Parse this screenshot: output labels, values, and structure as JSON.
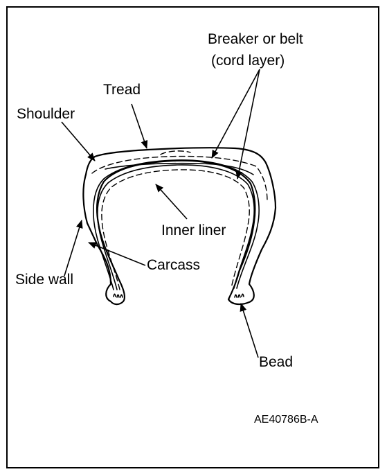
{
  "labels": {
    "breaker_line1": "Breaker or belt",
    "breaker_line2": "(cord layer)",
    "tread": "Tread",
    "shoulder": "Shoulder",
    "inner_liner": "Inner liner",
    "carcass": "Carcass",
    "side_wall": "Side wall",
    "bead": "Bead"
  },
  "figure_code": "AE40786B-A"
}
